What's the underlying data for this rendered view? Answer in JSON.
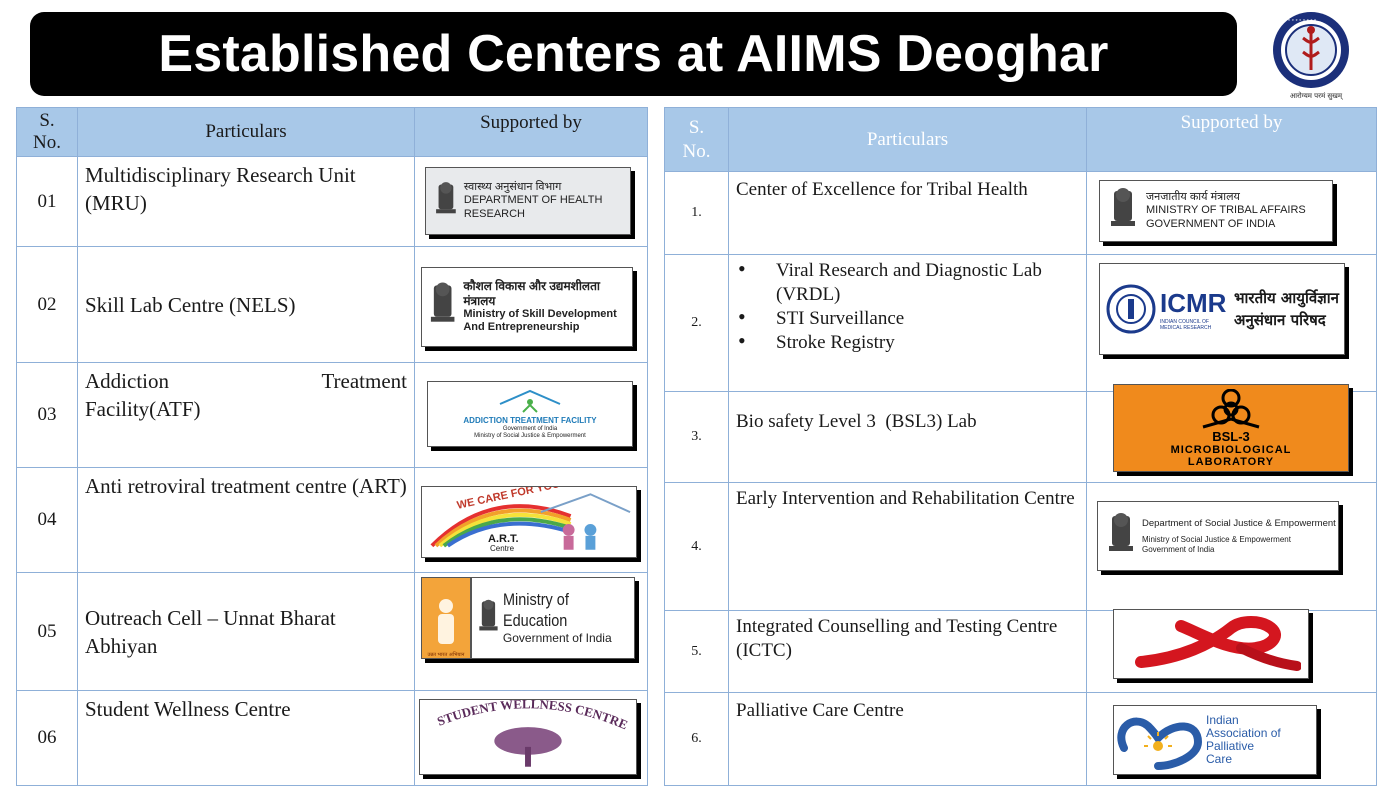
{
  "title": "Established Centers at AIIMS Deoghar",
  "logo": {
    "name": "aiims-emblem",
    "caption": "आरोग्यम परमं सुखम्"
  },
  "headers": {
    "sno": "S. No.",
    "particulars": "Particulars",
    "supported_by": "Supported by"
  },
  "left_rows": [
    {
      "sno": "01",
      "particular": "Multidisciplinary Research Unit (MRU)",
      "logo_lines": [
        "स्वास्थ्य अनुसंधान विभाग",
        "DEPARTMENT OF HEALTH RESEARCH"
      ]
    },
    {
      "sno": "02",
      "particular": "Skill Lab Centre (NELS)",
      "logo_lines": [
        "कौशल विकास और उद्यमशीलता मंत्रालय",
        "Ministry of Skill Development",
        "And Entrepreneurship"
      ]
    },
    {
      "sno": "03",
      "particular_line1": "Addiction Treatment",
      "particular_line2": "Facility(ATF)",
      "logo_lines": [
        "ADDICTION TREATMENT FACILITY",
        "Government of India",
        "Ministry of Social Justice & Empowerment"
      ]
    },
    {
      "sno": "04",
      "particular": "Anti retroviral treatment centre (ART)",
      "logo_lines": [
        "WE CARE FOR YOU",
        "A.R.T.",
        "Centre"
      ]
    },
    {
      "sno": "05",
      "particular": "Outreach Cell – Unnat Bharat Abhiyan",
      "logo_lines": [
        "Ministry of Education",
        "Government of India",
        "उन्नत भारत अभियान"
      ]
    },
    {
      "sno": "06",
      "particular": "Student Wellness Centre",
      "logo_lines": [
        "STUDENT WELLNESS CENTRE"
      ]
    }
  ],
  "right_rows": [
    {
      "sno": "1.",
      "particular": "Center of Excellence for Tribal Health",
      "logo_lines": [
        "जनजातीय कार्य मंत्रालय",
        "MINISTRY OF TRIBAL AFFAIRS",
        "GOVERNMENT OF INDIA"
      ]
    },
    {
      "sno": "2.",
      "bullets": [
        "Viral Research and Diagnostic Lab (VRDL)",
        "STI Surveillance",
        "Stroke Registry"
      ],
      "logo_lines": [
        "ICMR",
        "INDIAN COUNCIL OF MEDICAL RESEARCH",
        "भारतीय आयुर्विज्ञान",
        "अनुसंधान परिषद"
      ]
    },
    {
      "sno": "3.",
      "particular": "Bio safety Level 3  (BSL3) Lab",
      "logo_lines": [
        "BSL-3",
        "MICROBIOLOGICAL",
        "LABORATORY"
      ]
    },
    {
      "sno": "4.",
      "particular": "Early Intervention and Rehabilitation Centre",
      "logo_lines": [
        "Department of Social Justice & Empowerment",
        "Ministry of Social Justice & Empowerment",
        "Government of India"
      ]
    },
    {
      "sno": "5.",
      "particular": "Integrated Counselling and Testing Centre (ICTC)",
      "logo_lines": []
    },
    {
      "sno": "6.",
      "particular": "Palliative Care Centre",
      "logo_lines": [
        "Indian",
        "Association of",
        "Palliative",
        "Care"
      ]
    }
  ],
  "colors": {
    "title_bg": "#000000",
    "header_bg": "#a8c8e8",
    "border": "#8fb0d8",
    "bsl_orange": "#f08a1c",
    "ribbon_red": "#d4161f",
    "icmr_blue": "#1b3a8c"
  }
}
